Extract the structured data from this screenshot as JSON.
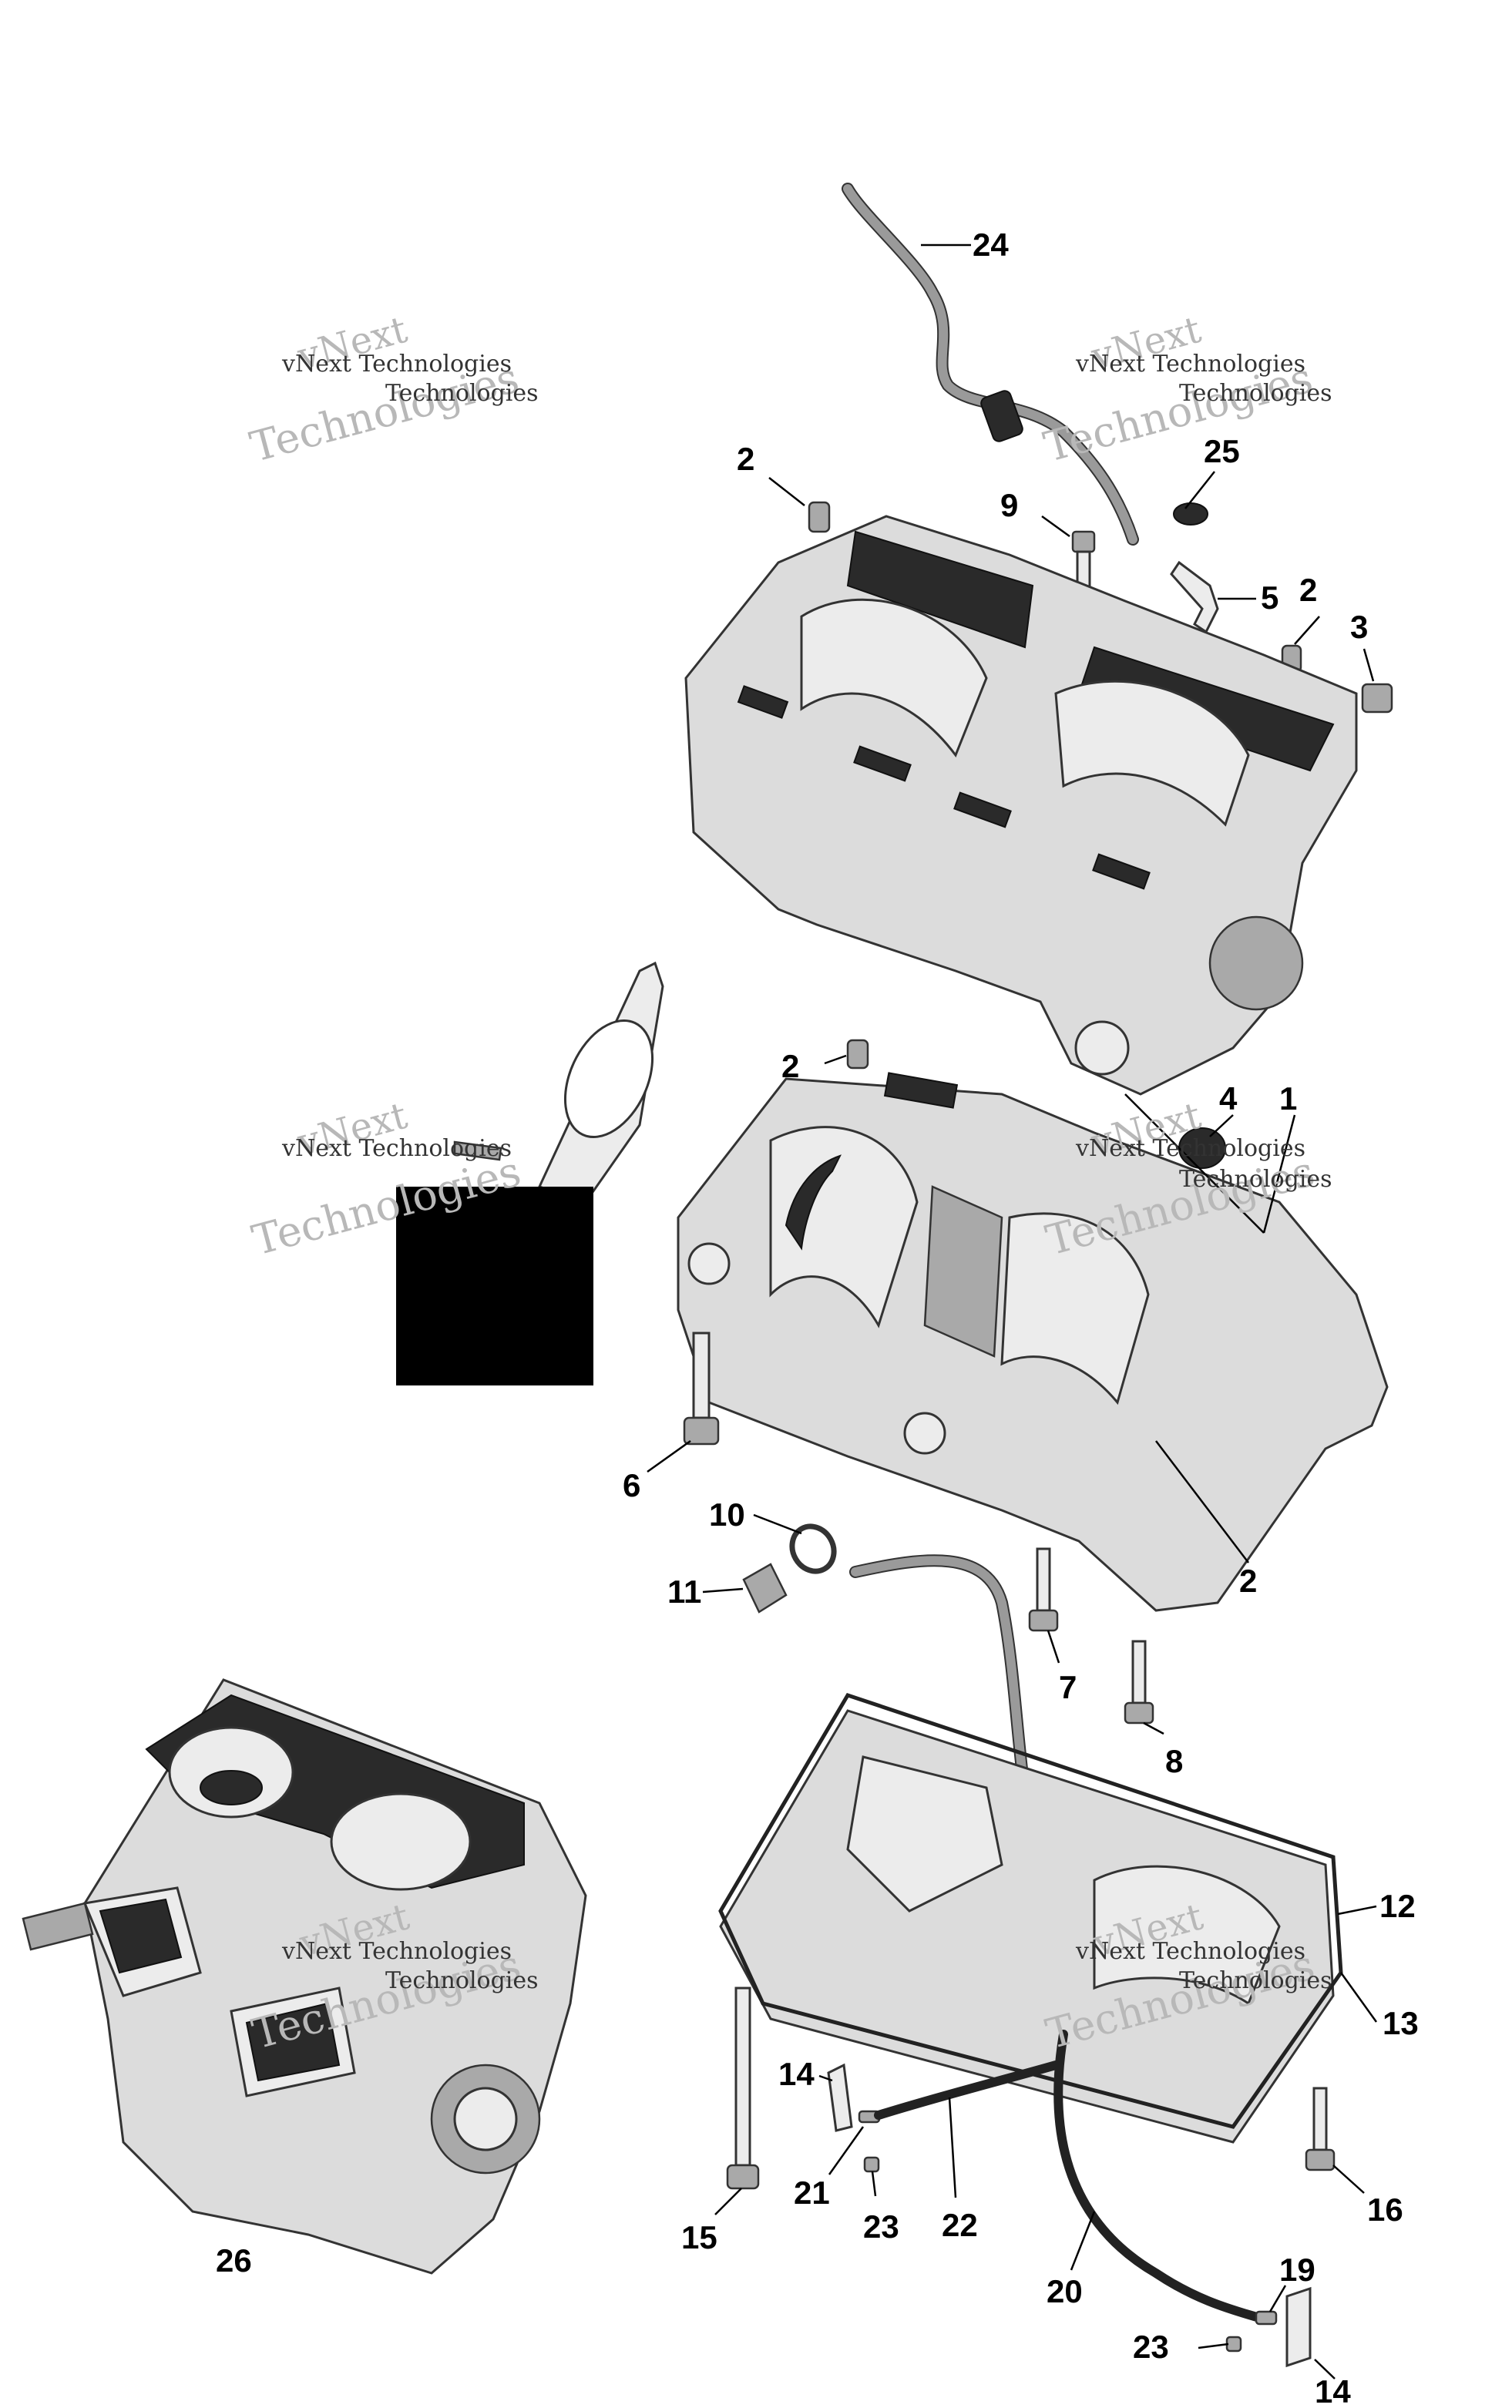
{
  "callouts": [
    {
      "id": "c24",
      "text": "24"
    },
    {
      "id": "c25",
      "text": "25"
    },
    {
      "id": "c9",
      "text": "9"
    },
    {
      "id": "c5",
      "text": "5"
    },
    {
      "id": "c2a",
      "text": "2"
    },
    {
      "id": "c2b",
      "text": "2"
    },
    {
      "id": "c3",
      "text": "3"
    },
    {
      "id": "c2c",
      "text": "2"
    },
    {
      "id": "c4",
      "text": "4"
    },
    {
      "id": "c1",
      "text": "1"
    },
    {
      "id": "c6",
      "text": "6"
    },
    {
      "id": "c10",
      "text": "10"
    },
    {
      "id": "c11",
      "text": "11"
    },
    {
      "id": "c2d",
      "text": "2"
    },
    {
      "id": "c7",
      "text": "7"
    },
    {
      "id": "c8",
      "text": "8"
    },
    {
      "id": "c12",
      "text": "12"
    },
    {
      "id": "c13",
      "text": "13"
    },
    {
      "id": "c14a",
      "text": "14"
    },
    {
      "id": "c21",
      "text": "21"
    },
    {
      "id": "c22",
      "text": "22"
    },
    {
      "id": "c23a",
      "text": "23"
    },
    {
      "id": "c15",
      "text": "15"
    },
    {
      "id": "c16",
      "text": "16"
    },
    {
      "id": "c20",
      "text": "20"
    },
    {
      "id": "c19",
      "text": "19"
    },
    {
      "id": "c23b",
      "text": "23"
    },
    {
      "id": "c14b",
      "text": "14"
    },
    {
      "id": "c26",
      "text": "26"
    }
  ],
  "watermark": {
    "line1": "vNext",
    "line2": "vNext Technologies",
    "line3": "Technologies"
  }
}
